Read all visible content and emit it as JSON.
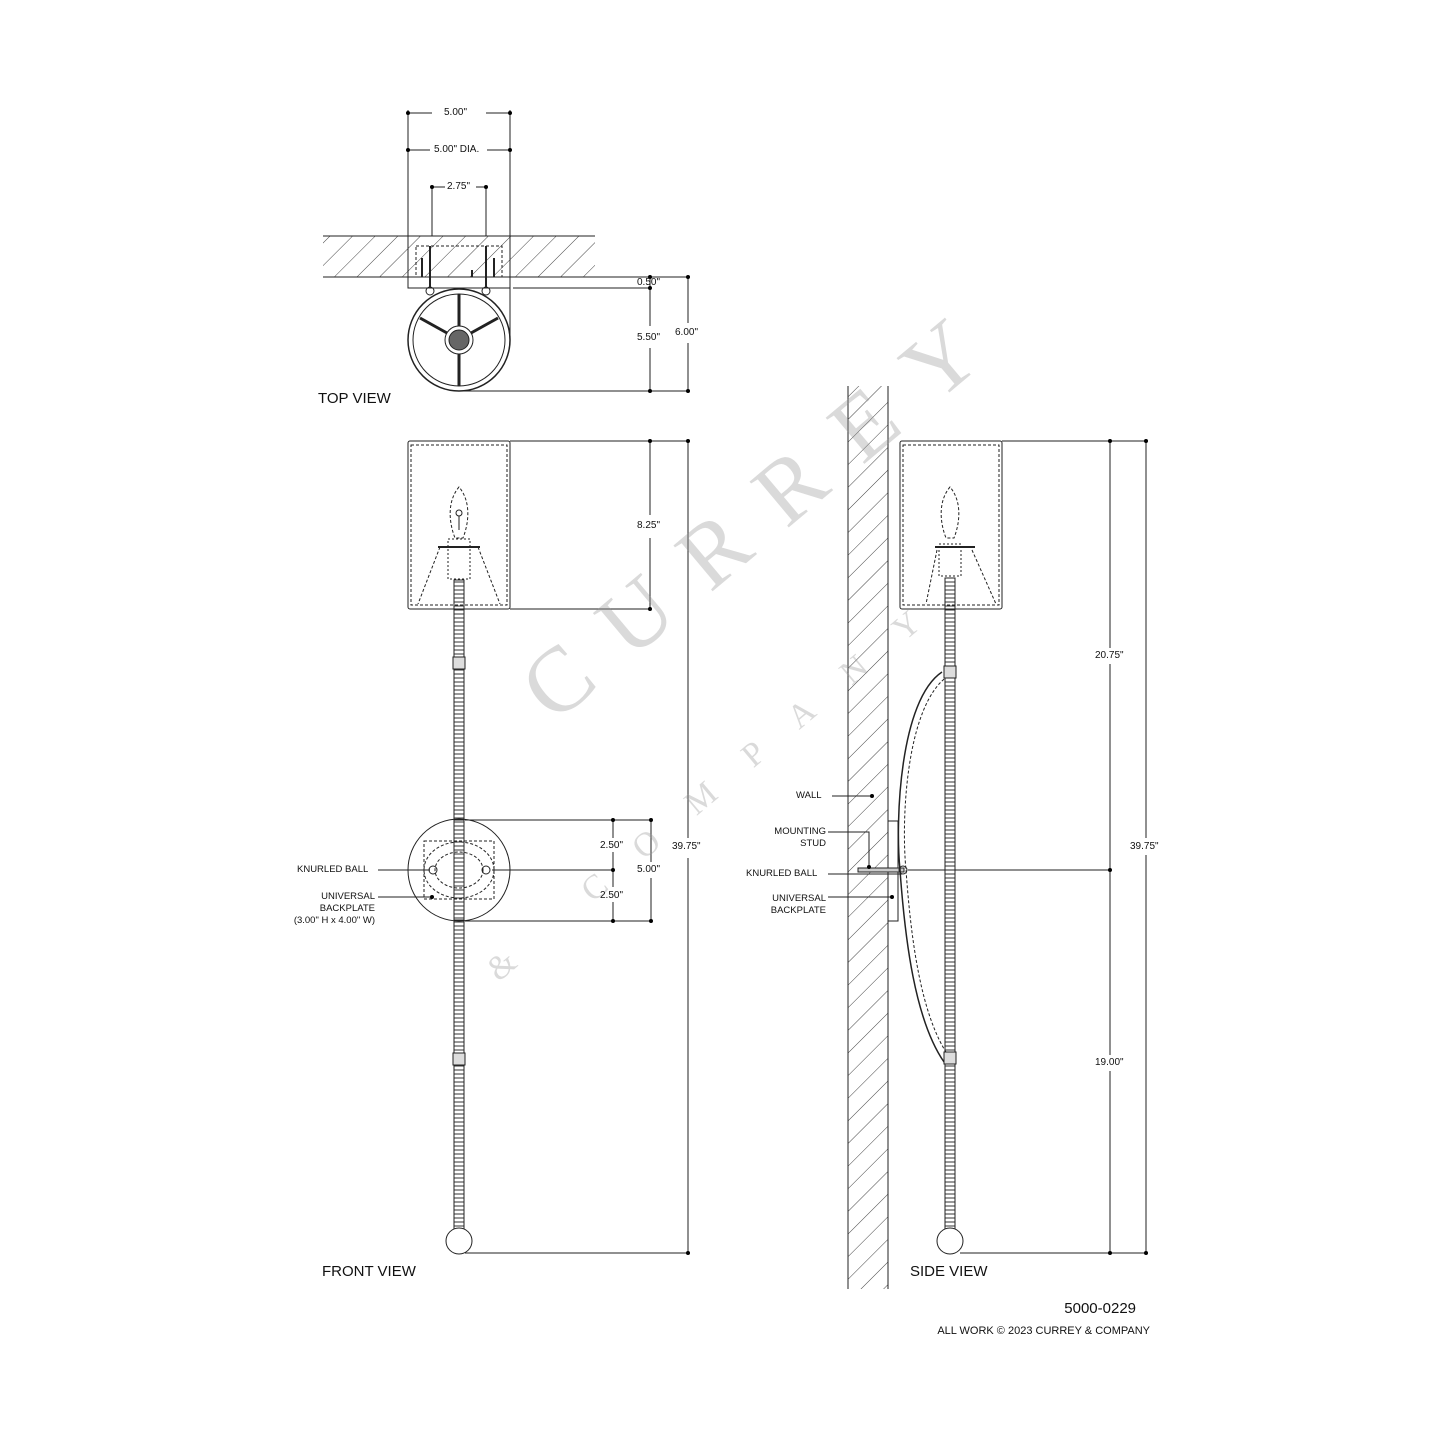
{
  "title_block": {
    "part_number": "5000-0229",
    "copyright": "ALL WORK © 2023 CURREY & COMPANY"
  },
  "watermark": {
    "main": "CURREY",
    "sub": "& COMPANY"
  },
  "top_view": {
    "label": "TOP VIEW",
    "dims": {
      "width": "5.00\"",
      "diameter": "5.00\" DIA.",
      "stud_spacing": "2.75\"",
      "backplate_depth": "0.50\"",
      "shade_depth": "5.50\"",
      "total_depth": "6.00\""
    }
  },
  "front_view": {
    "label": "FRONT VIEW",
    "dims": {
      "shade_height": "8.25\"",
      "overall_height": "39.75\"",
      "upper_half": "2.50\"",
      "lower_half": "2.50\"",
      "backplate_height": "5.00\""
    },
    "callouts": {
      "knurled_ball": "KNURLED BALL",
      "backplate_1": "UNIVERSAL",
      "backplate_2": "BACKPLATE",
      "backplate_3": "(3.00\" H x 4.00\" W)"
    }
  },
  "side_view": {
    "label": "SIDE VIEW",
    "dims": {
      "upper": "20.75\"",
      "lower": "19.00\"",
      "overall_height": "39.75\""
    },
    "callouts": {
      "wall": "WALL",
      "mounting_stud_1": "MOUNTING",
      "mounting_stud_2": "STUD",
      "knurled_ball": "KNURLED BALL",
      "backplate_1": "UNIVERSAL",
      "backplate_2": "BACKPLATE"
    }
  }
}
